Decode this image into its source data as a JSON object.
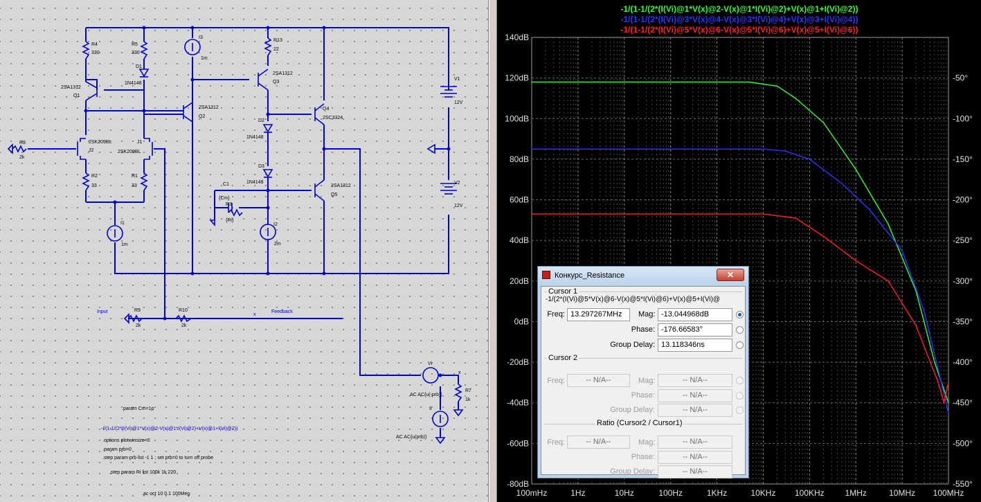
{
  "schematic": {
    "labels": {
      "R4": "R4",
      "R4v": "330",
      "R5": "R5",
      "R5v": "330",
      "D1": "D1",
      "D1m": "1N4148",
      "I3": "I3",
      "I3v": "1m",
      "R13": "R13",
      "R13v": "22",
      "Q1": "Q1",
      "Q1m": "2SA1312",
      "Q2": "Q2",
      "Q2m": "2SA1312",
      "Q3": "Q3",
      "Q3m": "2SA1312",
      "Q4": "Q4",
      "Q4m": "2SC3324",
      "Q5": "Q5",
      "Q5m": "2SA1312",
      "D2": "D2",
      "D2m": "1N4148",
      "D3": "D3",
      "D3m": "1N4148",
      "J1": "J1",
      "J1m": "2SK209BL",
      "J2": "J2",
      "J2m": "2SK209BL",
      "R8": "R8",
      "R8v": "2k",
      "R2": "R2",
      "R2v": "33",
      "R1": "R1",
      "R1v": "33",
      "I1": "I1",
      "I1v": "1m",
      "C1": "C1",
      "C1v": "{Cm}",
      "R3": "R3",
      "R3v": "{Ri}",
      "I2": "I2",
      "I2v": "2m",
      "V1": "V1",
      "V1v": "12V",
      "V2": "V2",
      "V2v": "12V",
      "R9": "R9",
      "R9v": "2k",
      "R10": "R10",
      "R10v": "2k",
      "Vi": "Vi",
      "x": "x",
      "R7": "R7",
      "R7v": "1k",
      "Ii": "Ii",
      "input": "Input",
      "x2": "x",
      "feedback": "Feedback",
      "vi_ac": "AC AC{u(-prb)}",
      "ii_ac": "AC AC{u(prb)}"
    },
    "directives": [
      ".param Cm=1p",
      "-I/(1-1/(2*(I(Vi)@1*V(x)@2-V(x)@1*I(Vi)@2)+V(x)@1+I(Vi)@2))",
      ".options plotwinsize=0",
      ".param prb=0",
      ".step param prb list -1 1 ; set prb=0 to turn off probe",
      ".step param Ri list 100k 1k 220",
      ".ac oct 10 0.1 100Meg"
    ]
  },
  "plot": {
    "traces": [
      {
        "label": "-1/(1-1/(2*(I(Vi)@1*V(x)@2-V(x)@1*I(Vi)@2)+V(x)@1+I(Vi)@2))",
        "color": "#33ff33"
      },
      {
        "label": "-1/(1-1/(2*(I(Vi)@3*V(x)@4-V(x)@3*I(Vi)@4)+V(x)@3+I(Vi)@4))",
        "color": "#3333ff"
      },
      {
        "label": "-1/(1-1/(2*(I(Vi)@5*V(x)@6-V(x)@5*I(Vi)@6)+V(x)@5+I(Vi)@6))",
        "color": "#ff2222"
      }
    ],
    "y_left_ticks": [
      "140dB",
      "120dB",
      "100dB",
      "80dB",
      "60dB",
      "40dB",
      "20dB",
      "0dB",
      "-20dB",
      "-40dB",
      "-60dB",
      "-80dB"
    ],
    "y_right_ticks": [
      "-50°",
      "-100°",
      "-150°",
      "-200°",
      "-250°",
      "-300°",
      "-350°",
      "-400°",
      "-450°",
      "-500°",
      "-550°"
    ],
    "x_ticks": [
      "100mHz",
      "1Hz",
      "10Hz",
      "100Hz",
      "1KHz",
      "10KHz",
      "100KHz",
      "1MHz",
      "10MHz",
      "100MHz"
    ]
  },
  "chart_data": {
    "type": "line",
    "title": "",
    "xlabel": "",
    "ylabel": "",
    "x_scale": "log",
    "xlim": [
      0.1,
      100000000
    ],
    "ylim": [
      -80,
      140
    ],
    "y2lim": [
      -550,
      0
    ],
    "grid": true,
    "legend": "top",
    "series": [
      {
        "name": "-1/(1-1/(2*(I(Vi)@1*V(x)@2-V(x)@1*I(Vi)@2)+V(x)@1+I(Vi)@2))",
        "color": "#33ff33",
        "x": [
          0.1,
          1000,
          5000,
          20000,
          50000,
          200000,
          1000000,
          5000000,
          20000000,
          50000000,
          100000000
        ],
        "y": [
          118,
          118,
          118,
          116,
          110,
          98,
          75,
          48,
          15,
          -20,
          -40
        ]
      },
      {
        "name": "-1/(1-1/(2*(I(Vi)@3*V(x)@4-V(x)@3*I(Vi)@4)+V(x)@3+I(Vi)@4))",
        "color": "#3333ff",
        "x": [
          0.1,
          1000,
          10000,
          30000,
          100000,
          500000,
          2000000,
          10000000,
          30000000,
          70000000,
          100000000
        ],
        "y": [
          85,
          85,
          85,
          84,
          80,
          68,
          55,
          35,
          5,
          -30,
          -45
        ]
      },
      {
        "name": "-1/(1-1/(2*(I(Vi)@5*V(x)@6-V(x)@5*I(Vi)@6)+V(x)@5+I(Vi)@6))",
        "color": "#ff2222",
        "x": [
          0.1,
          1000,
          10000,
          50000,
          200000,
          1000000,
          5000000,
          20000000,
          60000000,
          80000000,
          100000000
        ],
        "y": [
          53,
          53,
          53,
          51,
          42,
          30,
          20,
          -2,
          -30,
          -40,
          -30
        ]
      }
    ]
  },
  "dialog": {
    "title": "Конкурс_Resistance",
    "close": "✕",
    "cursor1_legend": "Cursor 1",
    "cursor1_expr": "-1/(2*(I(Vi)@5*V(x)@6-V(x)@5*I(Vi)@6)+V(x)@5+I(Vi)@",
    "freq_label": "Freq:",
    "freq_value": "13.297267MHz",
    "mag_label": "Mag:",
    "mag_value": "-13.044968dB",
    "phase_label": "Phase:",
    "phase_value": "-176.66583°",
    "gd_label": "Group Delay:",
    "gd_value": "13.118346ns",
    "cursor2_legend": "Cursor 2",
    "na": "-- N/A--",
    "ratio_legend": "Ratio (Cursor2 / Cursor1)"
  }
}
